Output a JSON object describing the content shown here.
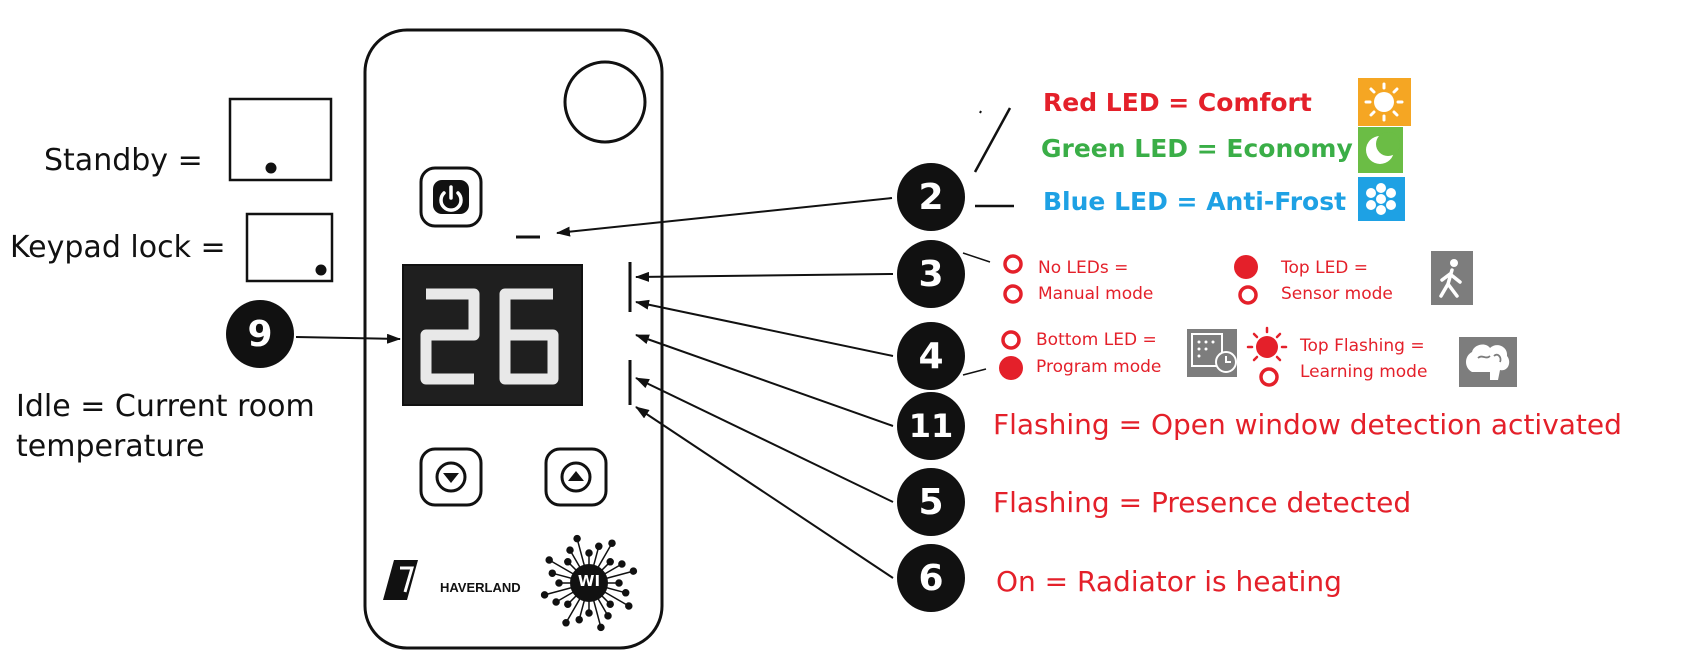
{
  "left_labels": {
    "standby": "Standby =",
    "keypad_lock": "Keypad lock =",
    "idle_line1": "Idle = Current room",
    "idle_line2": "temperature"
  },
  "display": {
    "digits": "26"
  },
  "brand": {
    "name": "HAVERLAND",
    "badge": "WI"
  },
  "callouts": [
    "2",
    "3",
    "4",
    "11",
    "5",
    "6",
    "9"
  ],
  "comfort_legend": {
    "red": "Red LED = Comfort",
    "green": "Green LED = Economy",
    "blue": "Blue LED = Anti-Frost"
  },
  "mode_legend": {
    "no_leds_1": "No LEDs =",
    "no_leds_2": "Manual mode",
    "top_led_1": "Top LED =",
    "top_led_2": "Sensor mode",
    "bottom_led_1": "Bottom LED =",
    "bottom_led_2": "Program mode",
    "top_flash_1": "Top Flashing =",
    "top_flash_2": "Learning mode"
  },
  "indicator_descriptions": {
    "open_window": "Flashing = Open window detection activated",
    "presence": "Flashing = Presence detected",
    "heating": "On = Radiator is heating"
  },
  "colors": {
    "red": "#e4202a",
    "green": "#3aae47",
    "blue": "#1ea1e4",
    "sun_bg": "#f5a623",
    "moon_bg": "#6bbd45",
    "frost_bg": "#1ea1e4",
    "icon_gray": "#7d7d7d"
  },
  "icons": [
    "sun-icon",
    "moon-icon",
    "snowflake-icon",
    "walking-person-icon",
    "calendar-clock-icon",
    "brain-icon",
    "power-icon",
    "down-arrow-icon",
    "up-arrow-icon",
    "haverland-logo-icon"
  ]
}
